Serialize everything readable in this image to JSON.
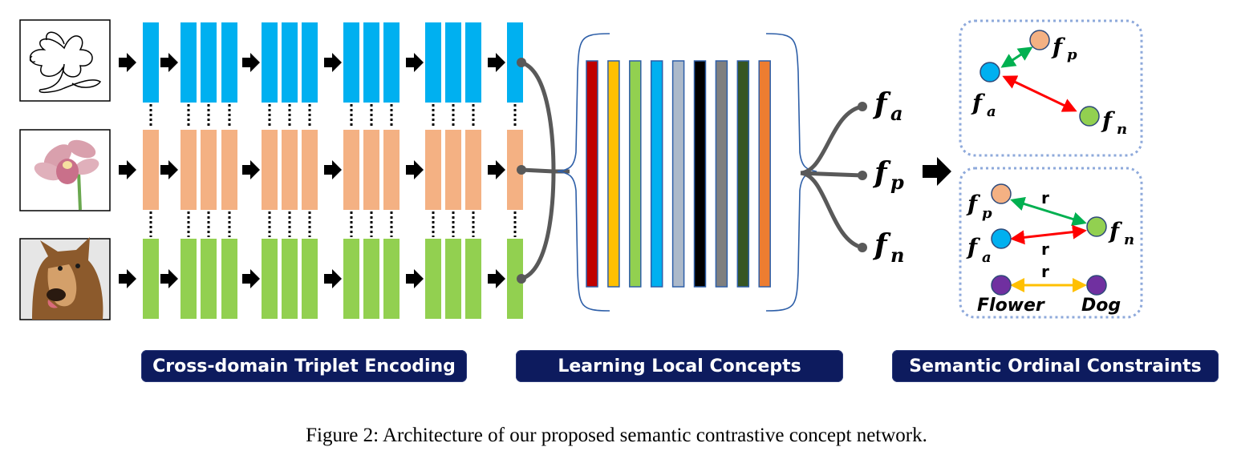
{
  "stages": {
    "encoding_label": "Cross-domain Triplet Encoding",
    "concepts_label": "Learning Local Concepts",
    "constraints_label": "Semantic Ordinal Constraints"
  },
  "features": {
    "fa": "f",
    "fa_sub": "a",
    "fp": "f",
    "fp_sub": "p",
    "fn": "f",
    "fn_sub": "n"
  },
  "constraints": {
    "top": {
      "fp": "f",
      "fp_sub": "p",
      "fa": "f",
      "fa_sub": "a",
      "fn": "f",
      "fn_sub": "n"
    },
    "bottom": {
      "fp": "f",
      "fp_sub": "p",
      "fa": "f",
      "fa_sub": "a",
      "fn": "f",
      "fn_sub": "n",
      "r1": "r",
      "r2": "r",
      "r3": "r",
      "flower": "Flower",
      "dog": "Dog"
    }
  },
  "concept_colors": [
    "#c00000",
    "#ffc000",
    "#92d050",
    "#00b0f0",
    "#acb9ca",
    "#000000",
    "#7f7f7f",
    "#375623",
    "#ed7d31"
  ],
  "row_colors": {
    "sketch": "#00b0f0",
    "flower": "#f4b183",
    "dog": "#92d050"
  },
  "caption": "Figure 2: Architecture of our proposed semantic contrastive concept network."
}
